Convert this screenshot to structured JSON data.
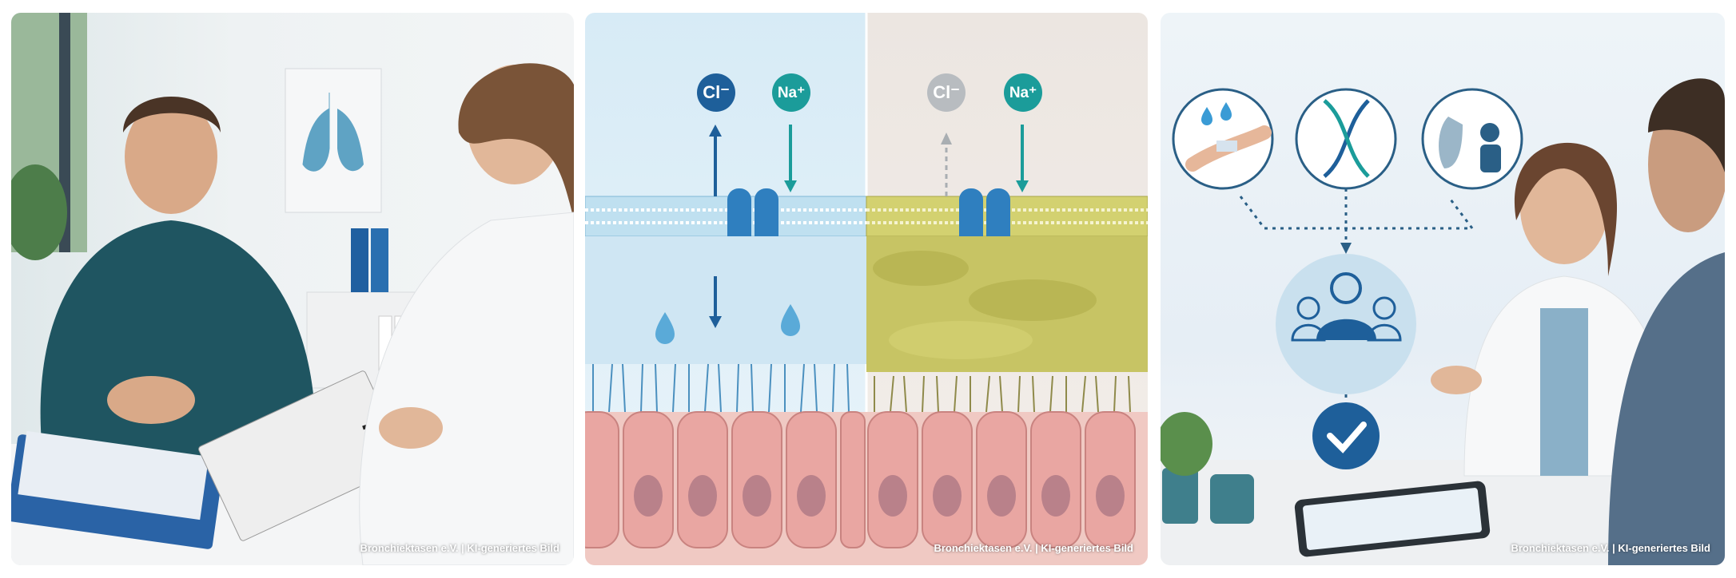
{
  "panels": [
    {
      "id": "consultation",
      "caption": "Bronchiektasen e.V. | KI-generiertes Bild"
    },
    {
      "id": "ion-transport",
      "ions": {
        "left": {
          "chloride": "Cl⁻",
          "sodium": "Na⁺"
        },
        "right": {
          "chloride": "Cl⁻",
          "sodium": "Na⁺"
        }
      },
      "caption": "Bronchiektasen e.V. | KI-generiertes Bild"
    },
    {
      "id": "care-team",
      "caption": "Bronchiektasen e.V. | KI-generiertes Bild"
    }
  ],
  "colors": {
    "navy": "#1e5f9a",
    "teal": "#1b9c9a",
    "mucus": "#c9c76a",
    "cell": "#e9a6a2"
  }
}
